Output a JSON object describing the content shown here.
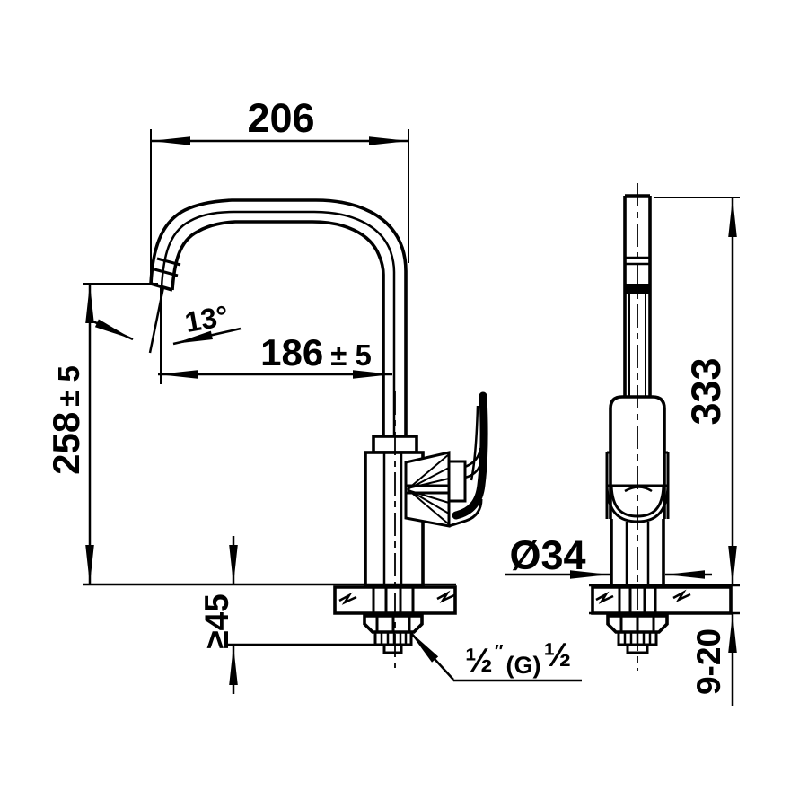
{
  "page": {
    "background": "#ffffff",
    "line_color": "#000000"
  },
  "front_view": {
    "dim_spout_reach": "206",
    "dim_outlet_reach": {
      "value": "186",
      "tolerance": "± 5"
    },
    "dim_outlet_height": {
      "value": "258",
      "tolerance": "± 5"
    },
    "dim_outlet_angle": "13°",
    "dim_min_clearance": "≥45",
    "thread_label": {
      "size": "½",
      "inch_mark": "″",
      "standard": "(G)",
      "size_repeat": "½"
    }
  },
  "side_view": {
    "dim_shank_diameter": "Ø34",
    "dim_total_height": "333",
    "dim_deck_thickness_range": "9-20"
  }
}
